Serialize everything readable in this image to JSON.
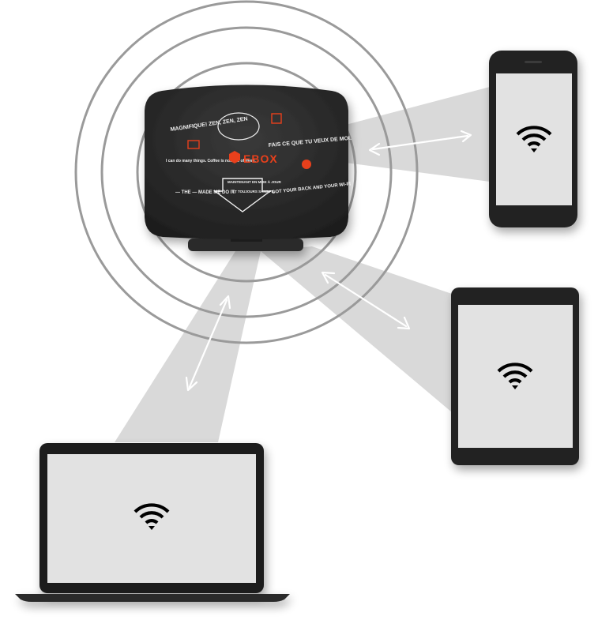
{
  "router": {
    "brand": "EBOX",
    "brand_color": "#e8401c",
    "body_color": "#2a2a2a",
    "doodles": [
      "MAGNIFIQUE! ZEN, ZEN, ZEN",
      "I can do many things. Coffee is not one of them.",
      "— THE — MADE ME DO IT.",
      "FAIS CE QUE TU VEUX DE MOI.",
      "GOT YOUR BACK AND YOUR WI-FI",
      "MAINTENANT EN MISE À JOUR",
      "ET TOUJOURS SANS FIL"
    ]
  },
  "signal": {
    "ring_color": "#9a9a9a",
    "ring_count": 3
  },
  "beam_color": "#d9d9d9",
  "arrow_color": "#ffffff",
  "devices": [
    {
      "id": "phone",
      "kind": "smartphone",
      "frame_color": "#222222",
      "screen_color": "#e2e2e2",
      "icon": "wifi-icon"
    },
    {
      "id": "tablet",
      "kind": "tablet",
      "frame_color": "#222222",
      "screen_color": "#e2e2e2",
      "icon": "wifi-icon"
    },
    {
      "id": "laptop",
      "kind": "laptop",
      "frame_color": "#1e1e1e",
      "screen_color": "#e2e2e2",
      "icon": "wifi-icon"
    }
  ]
}
